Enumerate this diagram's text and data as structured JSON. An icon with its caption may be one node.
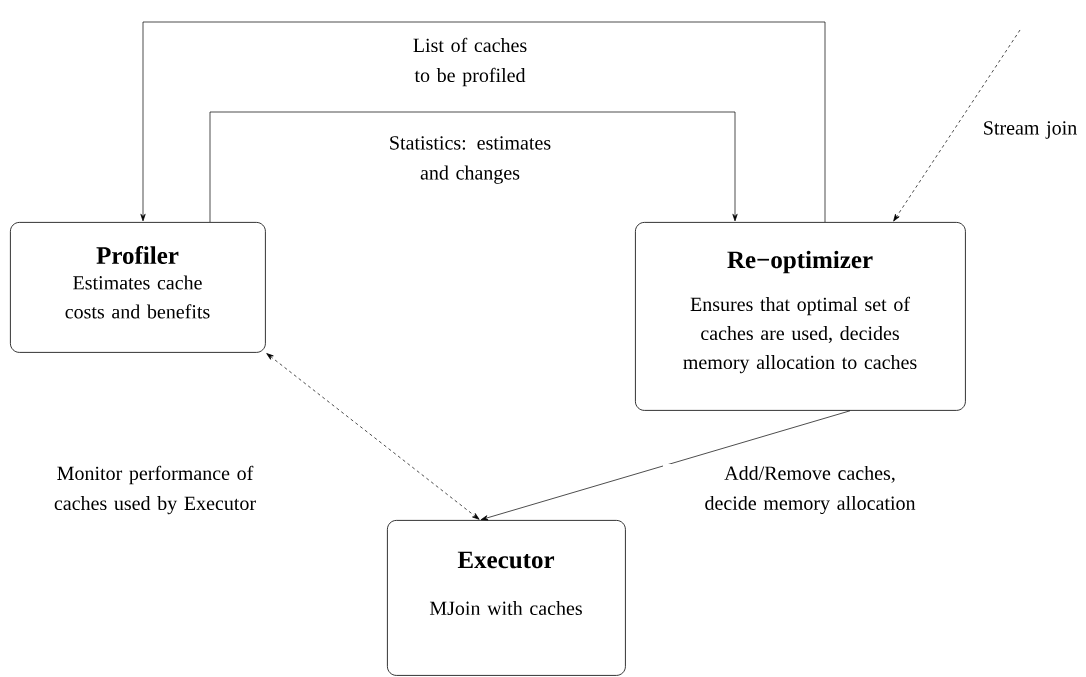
{
  "diagram": {
    "nodes": [
      {
        "text": [
          "Profiler",
          "Estimates cache costs and benefits"
        ]
      },
      {
        "text": [
          "Re−optimizer",
          "Ensures that optimal set of caches are used, decides memory allocation to caches"
        ]
      },
      {
        "text": [
          "Executor",
          "MJoin with caches"
        ]
      }
    ],
    "edges": [
      {
        "from": 1,
        "to": 0,
        "arrow": "to",
        "label": "List of caches to be profiled"
      },
      {
        "from": 0,
        "to": 1,
        "arrow": "to",
        "label": "Statistics: estimates and changes"
      },
      {
        "from": null,
        "to": 1,
        "arrow": "to",
        "style": "dashed",
        "label": "Stream join"
      },
      {
        "from": 0,
        "to": 2,
        "arrow": "both",
        "style": "dashed",
        "label": "Monitor performance of caches used by Executor"
      },
      {
        "from": 1,
        "to": 2,
        "arrow": "to",
        "label": "Add/Remove caches, decide memory allocation"
      }
    ]
  }
}
